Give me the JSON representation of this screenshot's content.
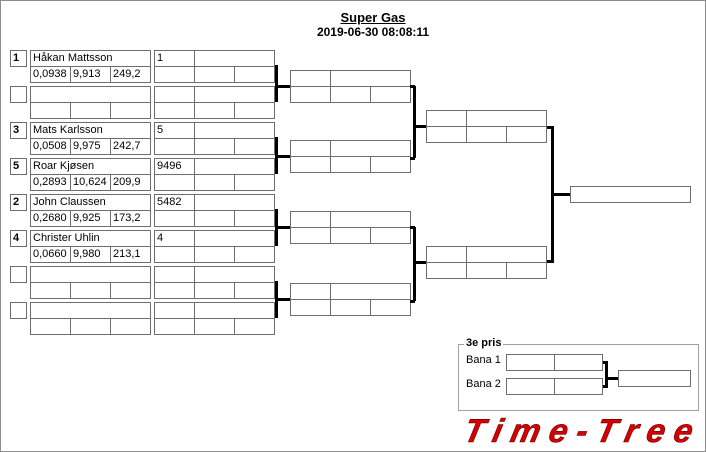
{
  "header": {
    "title": "Super Gas",
    "date": "2019-06-30 08:08:11"
  },
  "round1": [
    {
      "seed": "1",
      "name": "Håkan Mattsson",
      "stats": [
        "0,0938",
        "9,913",
        "249,2"
      ],
      "lane": "1"
    },
    {
      "seed": "",
      "name": "",
      "stats": [
        "",
        "",
        ""
      ],
      "lane": ""
    },
    {
      "seed": "3",
      "name": "Mats Karlsson",
      "stats": [
        "0,0508",
        "9,975",
        "242,7"
      ],
      "lane": "5"
    },
    {
      "seed": "5",
      "name": "Roar Kjøsen",
      "stats": [
        "0,2893",
        "10,624",
        "209,9"
      ],
      "lane": "9496"
    },
    {
      "seed": "2",
      "name": "John Claussen",
      "stats": [
        "0,2680",
        "9,925",
        "173,2"
      ],
      "lane": "5482"
    },
    {
      "seed": "4",
      "name": "Christer Uhlin",
      "stats": [
        "0,0660",
        "9,980",
        "213,1"
      ],
      "lane": "4"
    },
    {
      "seed": "",
      "name": "",
      "stats": [
        "",
        "",
        ""
      ],
      "lane": ""
    },
    {
      "seed": "",
      "name": "",
      "stats": [
        "",
        "",
        ""
      ],
      "lane": ""
    }
  ],
  "third_place": {
    "title": "3e pris",
    "lane1_label": "Bana 1",
    "lane2_label": "Bana 2"
  },
  "logo": {
    "text": "Time-Tree",
    "color": "#d40000"
  }
}
